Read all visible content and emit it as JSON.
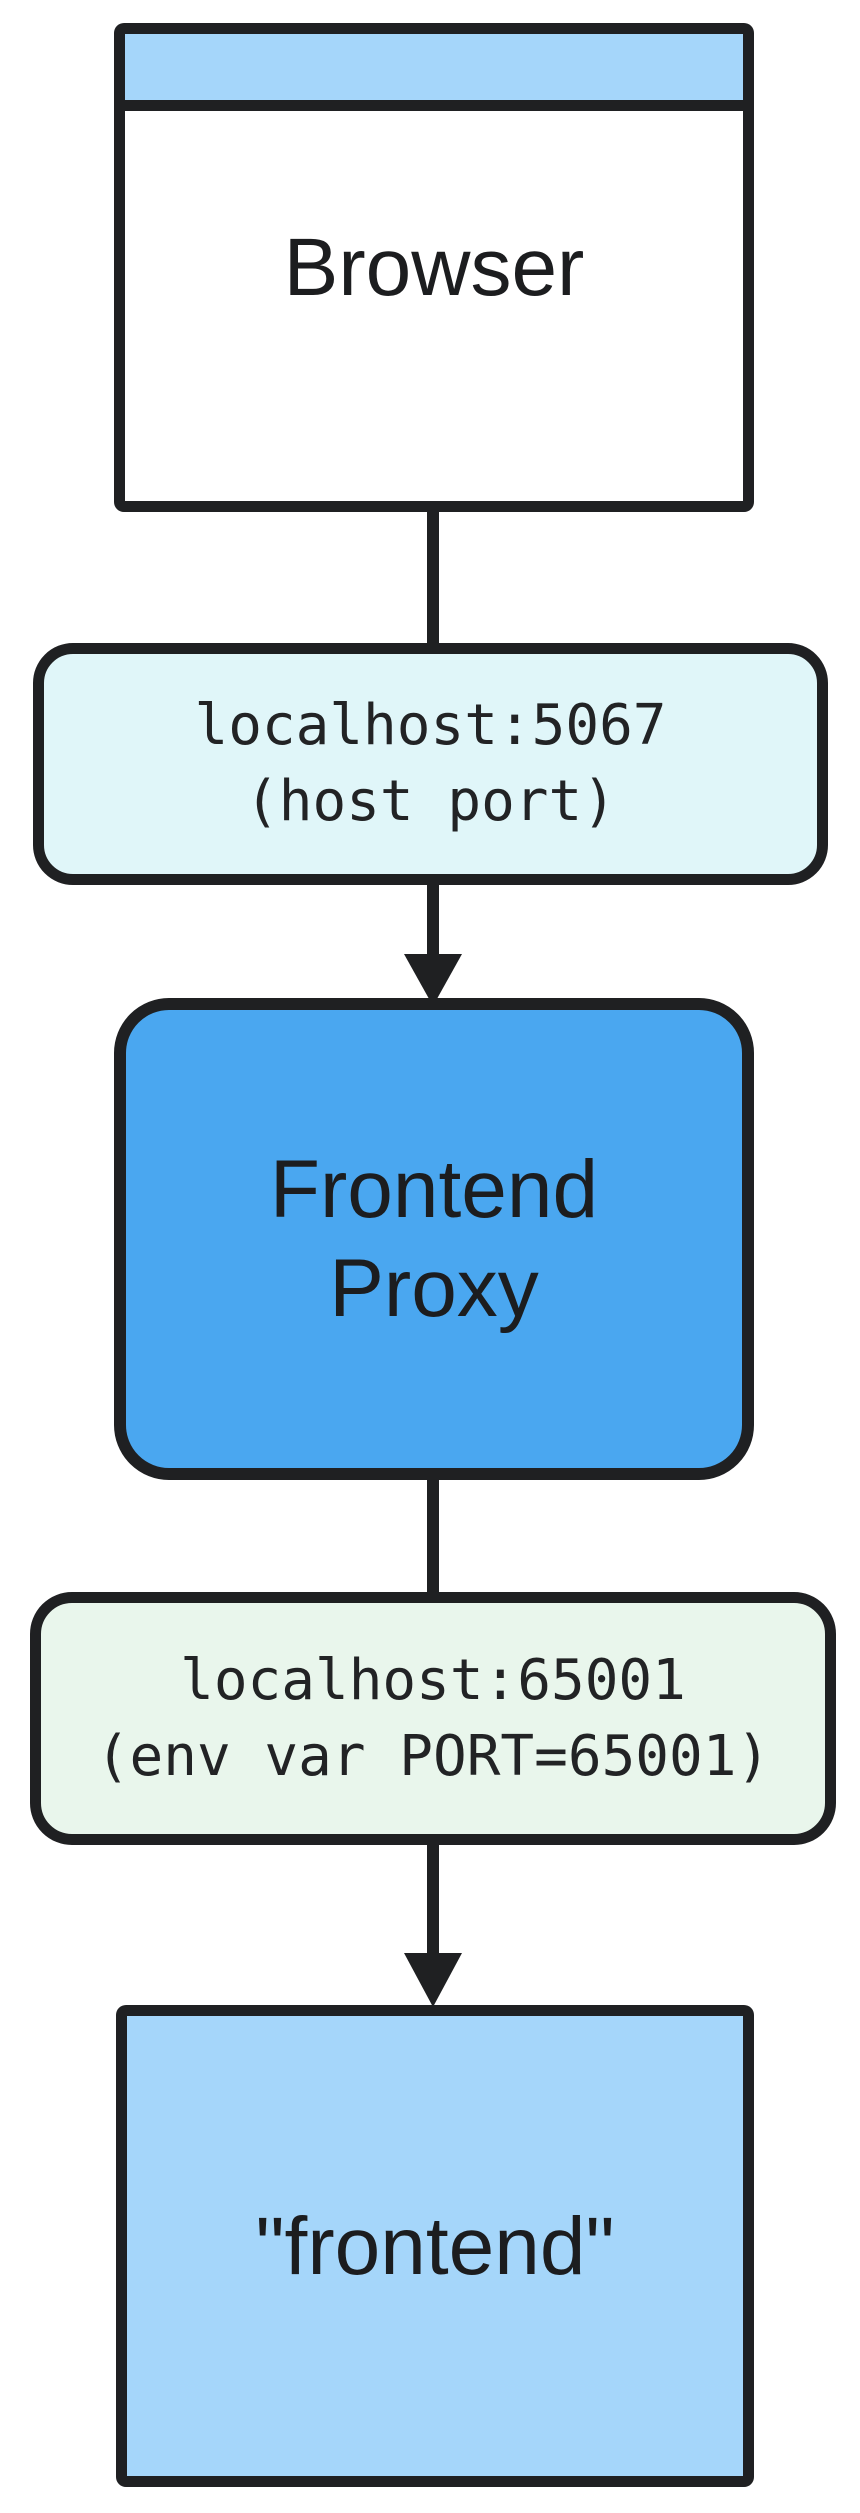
{
  "nodes": {
    "browser": {
      "label": "Browser"
    },
    "proxy": {
      "line1": "Frontend",
      "line2": "Proxy"
    },
    "frontend": {
      "label": "\"frontend\""
    }
  },
  "edge_labels": {
    "host_port": {
      "line1": "localhost:5067",
      "line2": "(host port)"
    },
    "env_port": {
      "line1": "localhost:65001",
      "line2": "(env var PORT=65001)"
    }
  },
  "colors": {
    "stroke": "#1f2022",
    "proxy_fill": "#4aa7f0",
    "light_blue_fill": "#a5d6fa",
    "host_port_fill": "#e0f6f9",
    "env_port_fill": "#e9f6ec",
    "node_background": "#ffffff",
    "text": "#1c1d1f"
  }
}
